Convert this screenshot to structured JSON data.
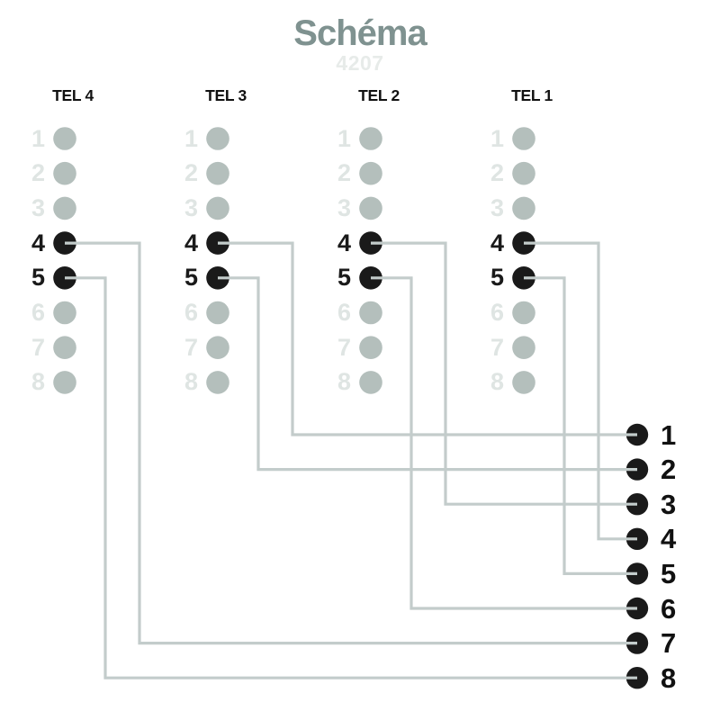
{
  "title": "Schéma",
  "subtitle": "4207",
  "colors": {
    "active": "#1a1a1a",
    "inactive_dot": "#b4bfbc",
    "inactive_label": "#dfe5e3",
    "wire": "#c3cccb",
    "title": "#7f9290",
    "subtitle": "#e7ebe9",
    "header": "#111111",
    "output_label": "#111111"
  },
  "connectors": [
    {
      "name": "TEL 4",
      "pins": [
        "1",
        "2",
        "3",
        "4",
        "5",
        "6",
        "7",
        "8"
      ],
      "active_pins": [
        4,
        5
      ]
    },
    {
      "name": "TEL 3",
      "pins": [
        "1",
        "2",
        "3",
        "4",
        "5",
        "6",
        "7",
        "8"
      ],
      "active_pins": [
        4,
        5
      ]
    },
    {
      "name": "TEL 2",
      "pins": [
        "1",
        "2",
        "3",
        "4",
        "5",
        "6",
        "7",
        "8"
      ],
      "active_pins": [
        4,
        5
      ]
    },
    {
      "name": "TEL 1",
      "pins": [
        "1",
        "2",
        "3",
        "4",
        "5",
        "6",
        "7",
        "8"
      ],
      "active_pins": [
        4,
        5
      ]
    }
  ],
  "output_pins": [
    "1",
    "2",
    "3",
    "4",
    "5",
    "6",
    "7",
    "8"
  ],
  "connections": [
    {
      "connector": "TEL 3",
      "pin": 4,
      "output": 1
    },
    {
      "connector": "TEL 3",
      "pin": 5,
      "output": 2
    },
    {
      "connector": "TEL 2",
      "pin": 4,
      "output": 3
    },
    {
      "connector": "TEL 1",
      "pin": 4,
      "output": 4
    },
    {
      "connector": "TEL 1",
      "pin": 5,
      "output": 5
    },
    {
      "connector": "TEL 2",
      "pin": 5,
      "output": 6
    },
    {
      "connector": "TEL 4",
      "pin": 4,
      "output": 7
    },
    {
      "connector": "TEL 4",
      "pin": 5,
      "output": 8
    }
  ]
}
